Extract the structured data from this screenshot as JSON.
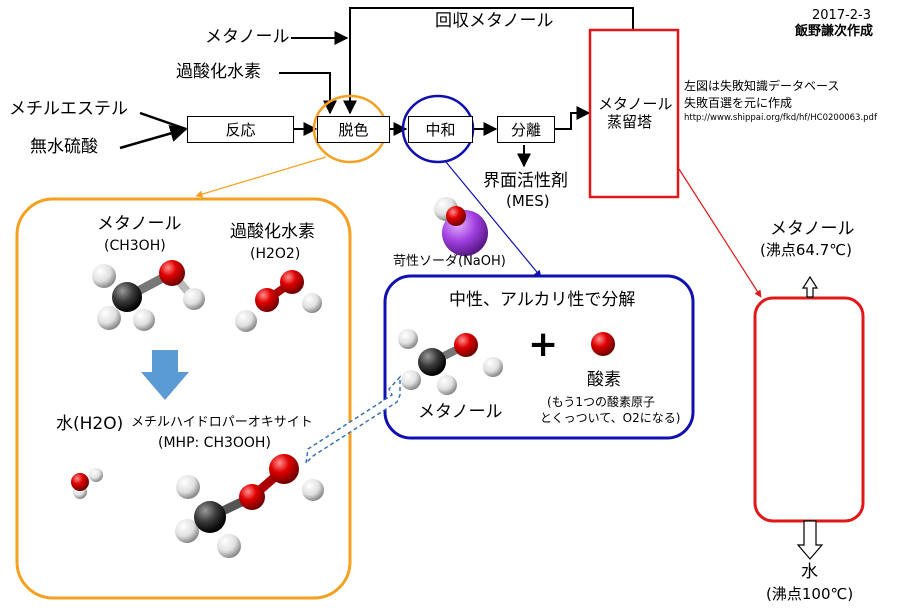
{
  "header": {
    "date": "2017-2-3",
    "author": "飯野謙次作成"
  },
  "flow": {
    "inputs": {
      "methanol": "メタノール",
      "hydrogen_peroxide": "過酸化水素",
      "methyl_ester": "メチルエステル",
      "sulfuric_acid": "無水硫酸"
    },
    "recovered_methanol": "回収メタノール",
    "steps": {
      "reaction": "反応",
      "bleaching": "脱色",
      "neutralization": "中和",
      "separation": "分離"
    },
    "distillation_tower": [
      "メタノール",
      "蒸留塔"
    ],
    "surfactant": "界面活性剤",
    "surfactant_abbr": "(MES)",
    "caustic_soda": "苛性ソーダ(NaOH)"
  },
  "note": {
    "line1": "左図は失敗知識データベース",
    "line2": "失敗百選を元に作成",
    "url": "http://www.shippai.org/fkd/hf/HC0200063.pdf"
  },
  "detail": {
    "methanol": "メタノール",
    "methanol_formula": "(CH3OH)",
    "hp": "過酸化水素",
    "hp_formula": "(H2O2)",
    "water": "水(H2O)",
    "mhp": "メチルハイドロパーオキサイト",
    "mhp_formula": "(MHP: CH3OOH)"
  },
  "decomposition": {
    "title": "中性、アルカリ性で分解",
    "plus": "+",
    "methanol": "メタノール",
    "oxygen": "酸素",
    "oxygen_note1": "(もう1つの酸素原子",
    "oxygen_note2": "とくっついて、O2になる)"
  },
  "column": {
    "top_label": "メタノール",
    "top_bp": "(沸点64.7℃)",
    "bottom_label": "水",
    "bottom_bp": "(沸点100℃)"
  },
  "colors": {
    "orange": "#f5a020",
    "blue": "#1010b0",
    "red": "#e01818",
    "arrow_blue": "#5b9bd5"
  }
}
